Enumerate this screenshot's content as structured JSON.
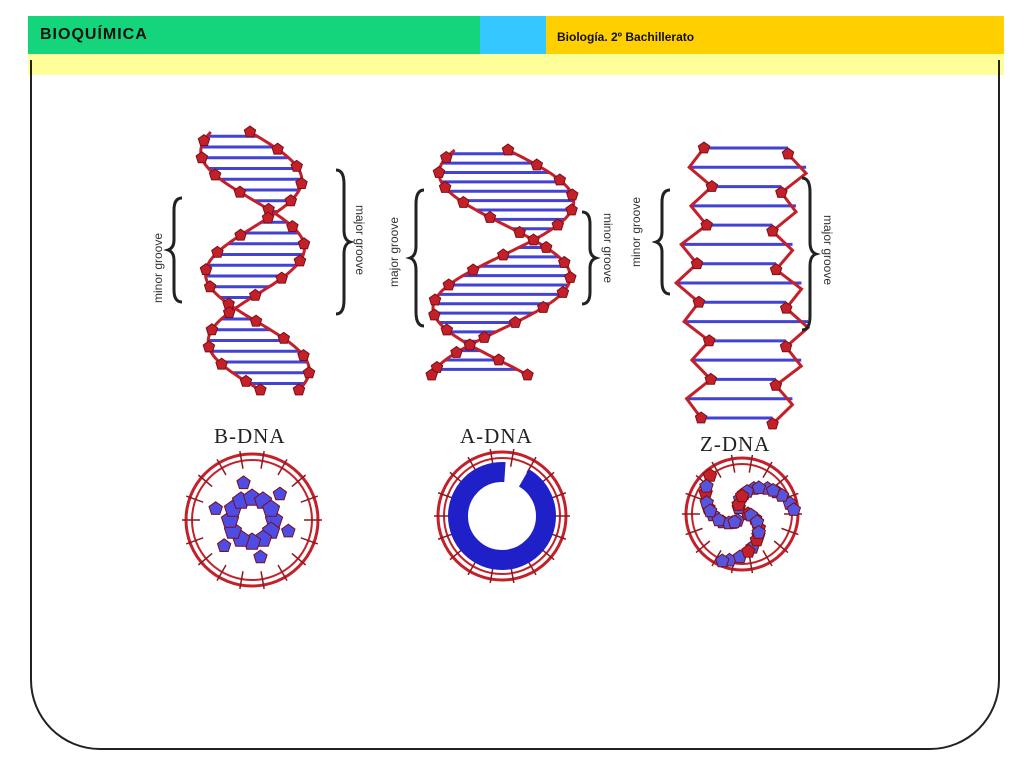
{
  "header": {
    "title": "BIOQUÍMICA",
    "subtitle": "Biología. 2º Bachillerato"
  },
  "colors": {
    "green": "#14d57b",
    "blue": "#35c7ff",
    "yellow": "#ffcf00",
    "band": "#ffff99",
    "backbone": "#c4202a",
    "base": "#2222cc"
  },
  "figure": {
    "forms": [
      {
        "name": "B-DNA",
        "left_groove": "minor groove",
        "right_groove": "major groove"
      },
      {
        "name": "A-DNA",
        "left_groove": "major groove",
        "right_groove": "minor groove"
      },
      {
        "name": "Z-DNA",
        "left_groove": "minor groove",
        "right_groove": "major groove"
      }
    ]
  }
}
